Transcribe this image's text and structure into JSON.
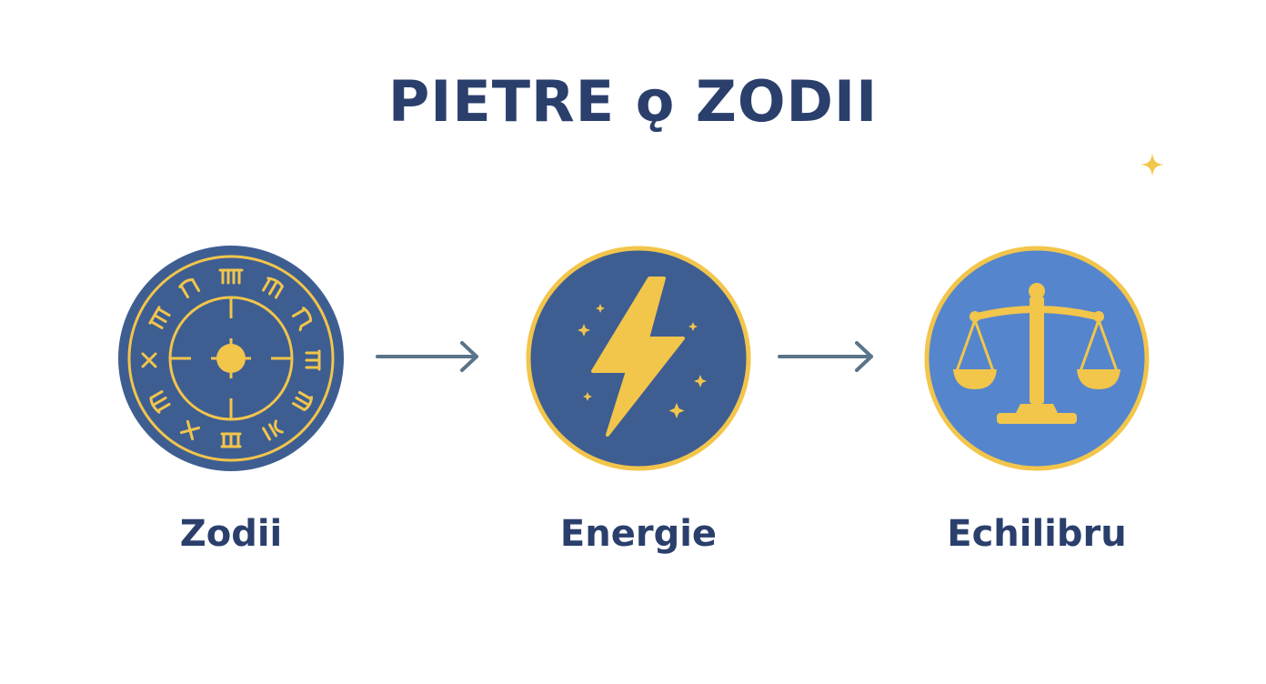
{
  "title": "PIETRE ǫ ZODII",
  "colors": {
    "navy_text": "#2b3f6c",
    "circle_dark": "#3e5e92",
    "circle_light": "#5585cc",
    "gold": "#f2c54b",
    "arrow": "#5a7489"
  },
  "icons": {
    "zodiac_wheel": "zodiac-wheel-icon",
    "lightning": "lightning-bolt-icon",
    "balance": "balance-scale-icon",
    "sparkle": "sparkle-icon",
    "arrow": "arrow-right-icon"
  },
  "nodes": [
    {
      "label": "Zodii",
      "icon": "zodiac-wheel-icon"
    },
    {
      "label": "Energie",
      "icon": "lightning-bolt-icon"
    },
    {
      "label": "Echilibru",
      "icon": "balance-scale-icon"
    }
  ]
}
